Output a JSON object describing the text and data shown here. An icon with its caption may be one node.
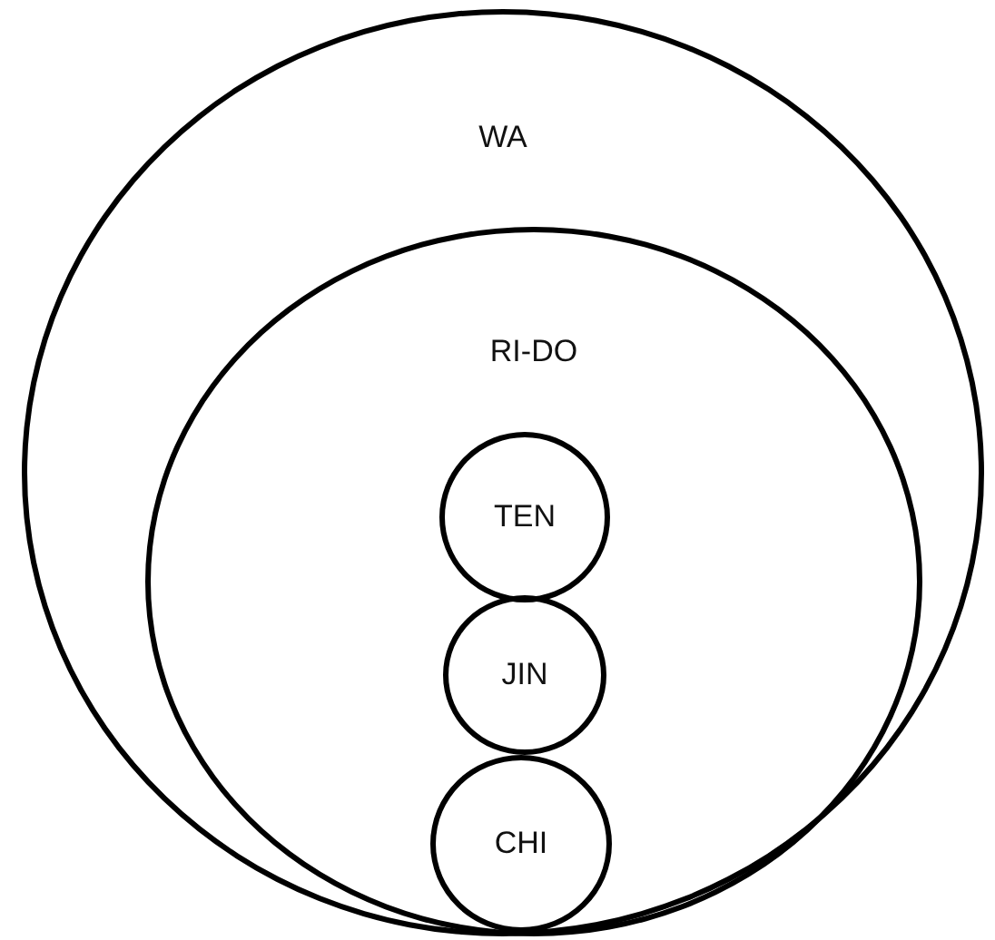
{
  "diagram": {
    "nodes": [
      {
        "text": [
          "WA"
        ]
      },
      {
        "text": [
          "RI-DO"
        ],
        "in": 0
      },
      {
        "text": [
          "TEN"
        ],
        "in": 1
      },
      {
        "text": [
          "JIN"
        ],
        "in": 1
      },
      {
        "text": [
          "CHI"
        ],
        "in": 1
      }
    ]
  }
}
